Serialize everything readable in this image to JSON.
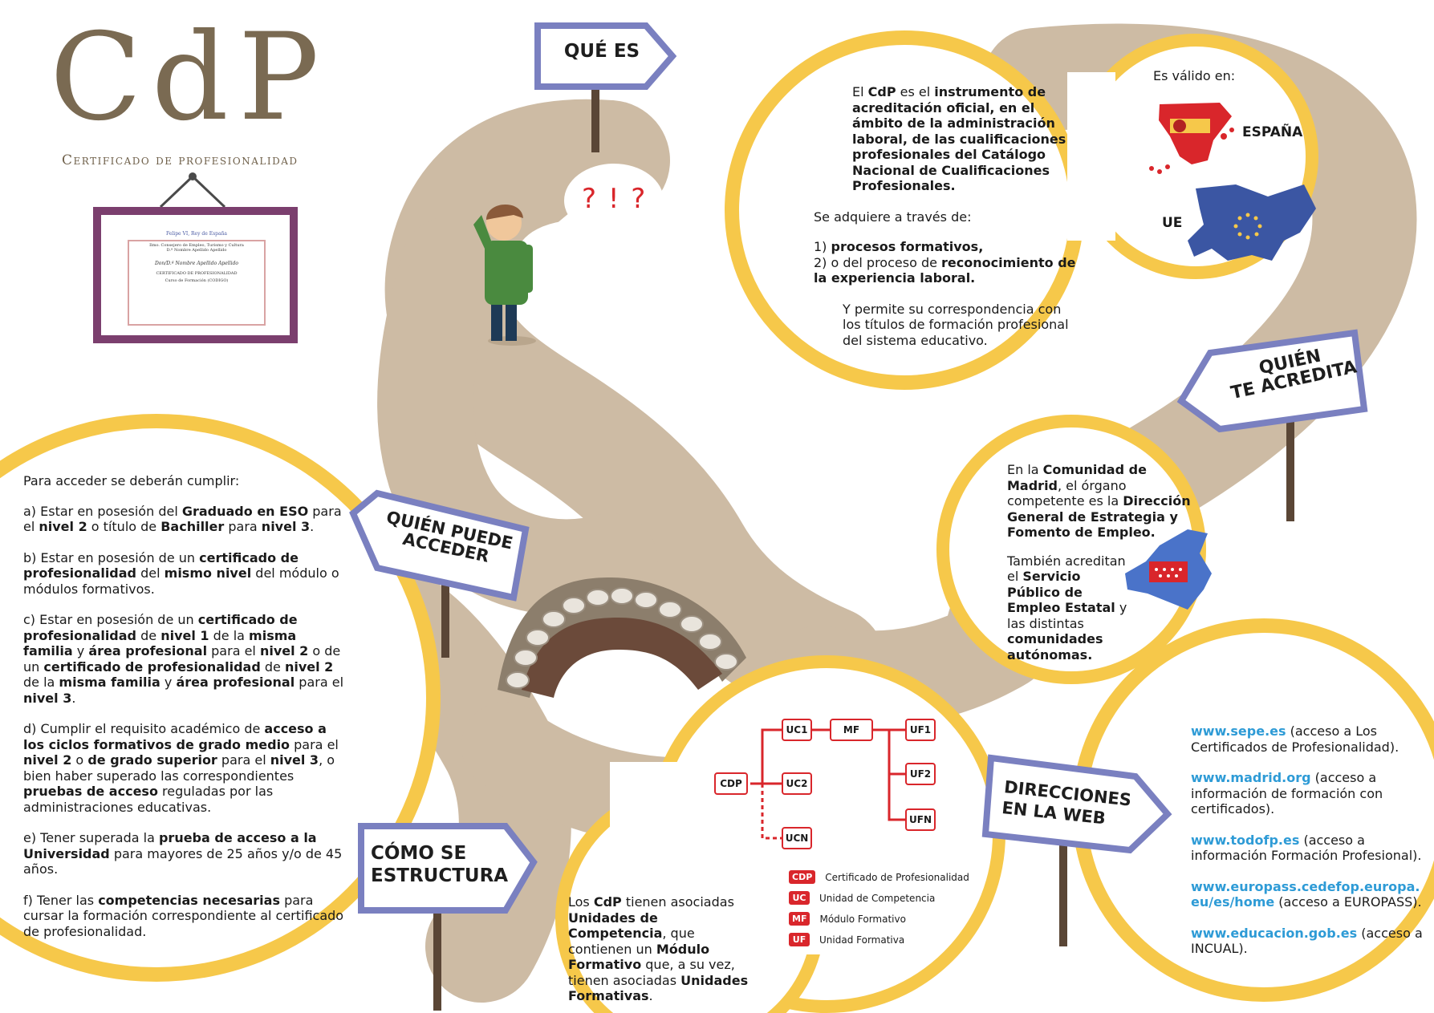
{
  "header": {
    "logo": "CdP",
    "subtitle": "Certificado de profesionalidad"
  },
  "certificate": {
    "title": "Felipe VI, Rey de España",
    "lines": [
      "Ilmo. Consejero de Empleo, Turismo y Cultura",
      "D.ª Nombre Apellido Apellido",
      "Don/D.ª Nombre Apellido Apellido",
      "CERTIFICADO DE PROFESIONALIDAD",
      "Curso de Formación (CODIGO)"
    ]
  },
  "bubble": {
    "text": "? ! ?"
  },
  "signs": {
    "que_es": "Qué es",
    "quien_acredita": [
      "Quién",
      "te acredita"
    ],
    "quien_accede": [
      "Quién puede",
      "acceder"
    ],
    "estructura": [
      "Cómo se",
      "estructura"
    ],
    "direcciones": [
      "Direcciones",
      "en la web"
    ]
  },
  "que_es": {
    "p1": [
      {
        "t": "El "
      },
      {
        "t": "CdP",
        "b": true
      },
      {
        "t": " es el "
      },
      {
        "t": "instrumento de acreditación oficial, en el ámbito de la administración laboral, de las cualificaciones profesionales del Catálogo Nacional de Cualificaciones Profesionales.",
        "b": true
      }
    ],
    "p2": [
      {
        "t": "Se adquiere a través de:"
      }
    ],
    "p3": [
      {
        "t": "1) "
      },
      {
        "t": "procesos formativos,",
        "b": true
      },
      {
        "t": "\n2) o del proceso de "
      },
      {
        "t": "reconocimiento de la experiencia laboral.",
        "b": true
      }
    ],
    "p4": [
      {
        "t": "Y permite su correspondencia con los títulos de formación profesional del sistema educativo."
      }
    ]
  },
  "valido": {
    "label": "Es válido en:",
    "espana": "ESPAÑA",
    "ue": "UE"
  },
  "acredita": {
    "p1": [
      {
        "t": "En la "
      },
      {
        "t": "Comunidad de Madrid",
        "b": true
      },
      {
        "t": ", el órgano competente es la "
      },
      {
        "t": "Dirección General de Estrategia y Fomento de Empleo.",
        "b": true
      }
    ],
    "p2": [
      {
        "t": "También acreditan el "
      },
      {
        "t": "Servicio Público de Empleo Estatal",
        "b": true
      },
      {
        "t": " y las distintas "
      },
      {
        "t": "comunidades autónomas.",
        "b": true
      }
    ]
  },
  "acceso": {
    "intro": [
      {
        "t": "Para acceder se deberán cumplir:"
      }
    ],
    "items": [
      [
        {
          "t": "a) Estar en posesión del "
        },
        {
          "t": "Graduado en ESO",
          "b": true
        },
        {
          "t": " para el "
        },
        {
          "t": "nivel 2",
          "b": true
        },
        {
          "t": " o título de "
        },
        {
          "t": "Bachiller",
          "b": true
        },
        {
          "t": " para "
        },
        {
          "t": "nivel 3",
          "b": true
        },
        {
          "t": "."
        }
      ],
      [
        {
          "t": "b) Estar en posesión de un "
        },
        {
          "t": "certificado de profesionalidad",
          "b": true
        },
        {
          "t": " del "
        },
        {
          "t": "mismo nivel",
          "b": true
        },
        {
          "t": " del módulo o módulos formativos."
        }
      ],
      [
        {
          "t": "c) Estar en posesión de un "
        },
        {
          "t": "certificado de profesionalidad",
          "b": true
        },
        {
          "t": " de "
        },
        {
          "t": "nivel 1",
          "b": true
        },
        {
          "t": " de la "
        },
        {
          "t": "misma familia",
          "b": true
        },
        {
          "t": " y "
        },
        {
          "t": "área profesional",
          "b": true
        },
        {
          "t": " para el "
        },
        {
          "t": "nivel 2",
          "b": true
        },
        {
          "t": " o de un "
        },
        {
          "t": "certificado de profesionalidad",
          "b": true
        },
        {
          "t": " de "
        },
        {
          "t": "nivel 2",
          "b": true
        },
        {
          "t": " de la "
        },
        {
          "t": "misma familia",
          "b": true
        },
        {
          "t": " y "
        },
        {
          "t": "área profesional",
          "b": true
        },
        {
          "t": " para el "
        },
        {
          "t": "nivel 3",
          "b": true
        },
        {
          "t": "."
        }
      ],
      [
        {
          "t": "d) Cumplir el requisito académico de "
        },
        {
          "t": "acceso a los ciclos formativos de grado medio",
          "b": true
        },
        {
          "t": " para el "
        },
        {
          "t": "nivel 2",
          "b": true
        },
        {
          "t": " o "
        },
        {
          "t": "de grado superior",
          "b": true
        },
        {
          "t": " para el "
        },
        {
          "t": "nivel 3",
          "b": true
        },
        {
          "t": ", o bien haber superado las correspondientes "
        },
        {
          "t": "pruebas de acceso",
          "b": true
        },
        {
          "t": " reguladas por las administraciones educativas."
        }
      ],
      [
        {
          "t": "e) Tener superada la "
        },
        {
          "t": "prueba de acceso a la Universidad",
          "b": true
        },
        {
          "t": " para mayores de 25 años y/o de 45 años."
        }
      ],
      [
        {
          "t": "f) Tener las "
        },
        {
          "t": "competencias necesarias",
          "b": true
        },
        {
          "t": " para cursar la formación correspondiente al certificado de profesionalidad."
        }
      ]
    ]
  },
  "estructura": {
    "text": [
      {
        "t": "Los "
      },
      {
        "t": "CdP",
        "b": true
      },
      {
        "t": " tienen asociadas "
      },
      {
        "t": "Unidades de Competencia",
        "b": true
      },
      {
        "t": ", que contienen un "
      },
      {
        "t": "Módulo Formativo",
        "b": true
      },
      {
        "t": " que, a su vez, tienen asociadas "
      },
      {
        "t": "Unidades Formativas",
        "b": true
      },
      {
        "t": "."
      }
    ],
    "nodes": {
      "cdp": "CDP",
      "uc1": "UC1",
      "uc2": "UC2",
      "ucn": "UCN",
      "mf": "MF",
      "uf1": "UF1",
      "uf2": "UF2",
      "ufn": "UFN"
    },
    "legend": [
      {
        "code": "CDP",
        "label": "Certificado de Profesionalidad"
      },
      {
        "code": "UC",
        "label": "Unidad de Competencia"
      },
      {
        "code": "MF",
        "label": "Módulo Formativo"
      },
      {
        "code": "UF",
        "label": "Unidad Formativa"
      }
    ]
  },
  "web": {
    "links": [
      {
        "url": "www.sepe.es",
        "desc": " (acceso a Los Certificados de Profesionalidad)."
      },
      {
        "url": "www.madrid.org",
        "desc": " (acceso a información de formación con certificados)."
      },
      {
        "url": "www.todofp.es",
        "desc": " (acceso a información Formación Profesional)."
      },
      {
        "url": "www.europass.cedefop.europa.eu/es/home",
        "desc": " (acceso a EUROPASS)."
      },
      {
        "url": "www.educacion.gob.es",
        "desc": " (acceso a INCUAL)."
      }
    ]
  },
  "colors": {
    "road": "#cdbba4",
    "circle_border": "#f6c84a",
    "sign_border": "#7a80c0",
    "node_red": "#d9262b",
    "link_blue": "#2e9bd6",
    "frame": "#7b3f6e",
    "logo_brown": "#7a6a52"
  }
}
